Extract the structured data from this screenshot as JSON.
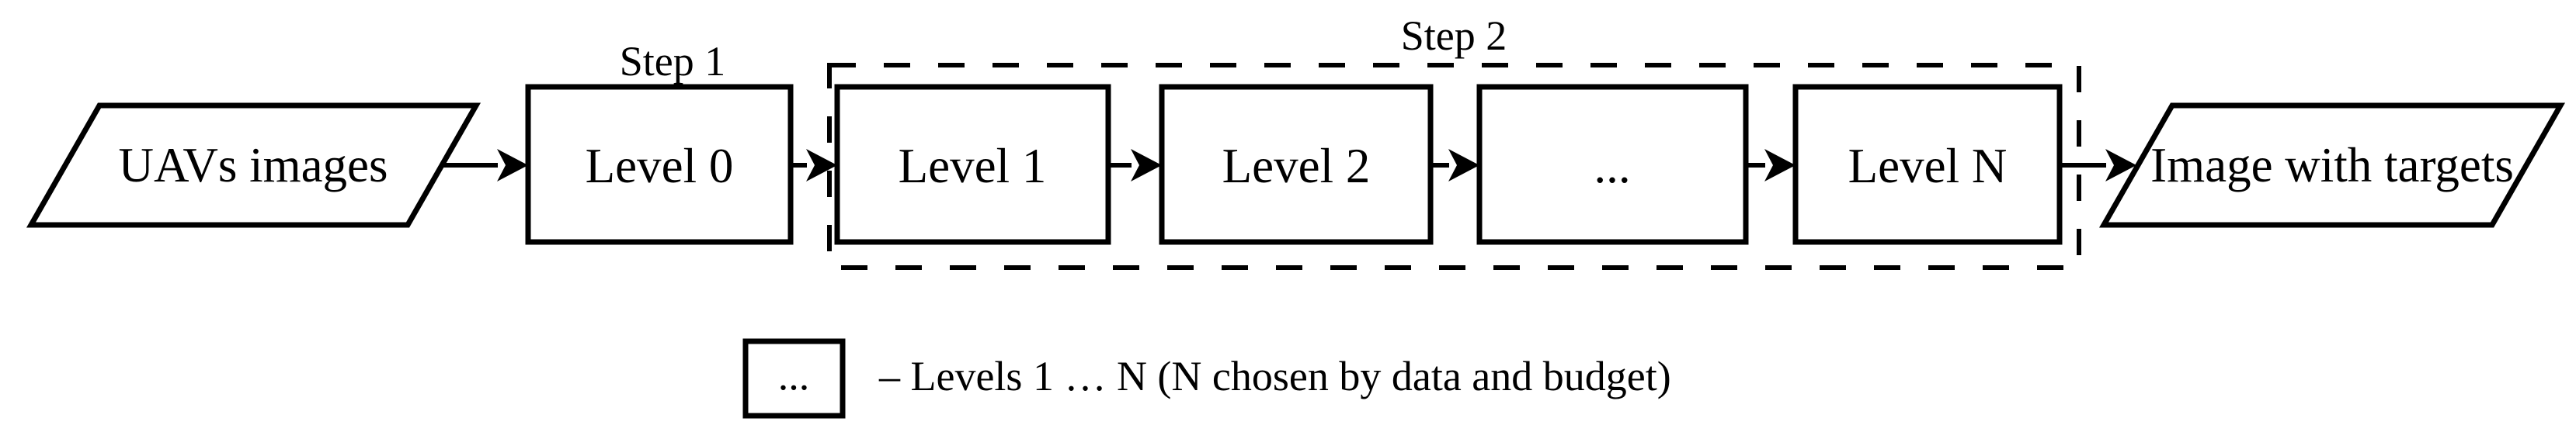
{
  "figure": {
    "background_color": "#ffffff",
    "line_color": "#000000",
    "steps": {
      "step1_label": "Step 1",
      "step2_label": "Step 2"
    },
    "nodes": {
      "input": "UAVs images",
      "level0": "Level 0",
      "level1": "Level 1",
      "level2": "Level 2",
      "ellipsis": "...",
      "levelN": "Level N",
      "output": "Image with targets"
    },
    "legend": {
      "symbol": "...",
      "label": "– Levels 1 … N (N chosen by data and budget)"
    }
  }
}
